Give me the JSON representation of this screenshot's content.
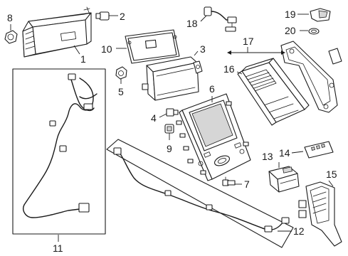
{
  "callouts": {
    "c1": "1",
    "c2": "2",
    "c3": "3",
    "c4": "4",
    "c5": "5",
    "c6": "6",
    "c7": "7",
    "c8": "8",
    "c9": "9",
    "c10": "10",
    "c11": "11",
    "c12": "12",
    "c13": "13",
    "c14": "14",
    "c15": "15",
    "c16": "16",
    "c17": "17",
    "c18": "18",
    "c19": "19",
    "c20": "20"
  },
  "colors": {
    "line": "#1a1a1a",
    "background": "#ffffff",
    "shade": "#d6d6d6"
  }
}
